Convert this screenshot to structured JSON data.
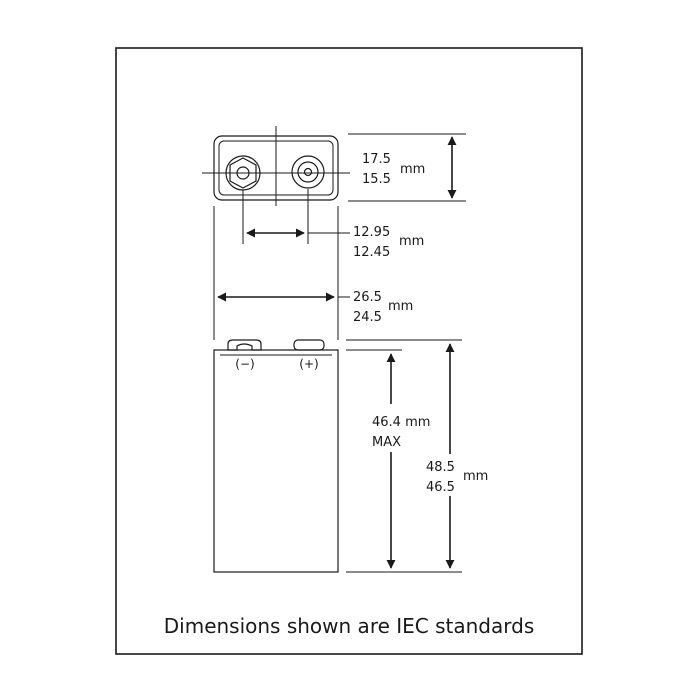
{
  "top_view": {
    "height_max": "17.5",
    "height_min": "15.5",
    "height_unit": "mm"
  },
  "terminal_spacing": {
    "max": "12.95",
    "min": "12.45",
    "unit": "mm"
  },
  "width": {
    "max": "26.5",
    "min": "24.5",
    "unit": "mm"
  },
  "terminals": {
    "negative": "(−)",
    "positive": "(+)"
  },
  "body_height": {
    "value": "46.4 mm",
    "qualifier": "MAX"
  },
  "overall_height": {
    "max": "48.5",
    "min": "46.5",
    "unit": "mm"
  },
  "caption": "Dimensions shown are IEC standards",
  "colors": {
    "line": "#1a1a1a",
    "background": "#ffffff"
  }
}
